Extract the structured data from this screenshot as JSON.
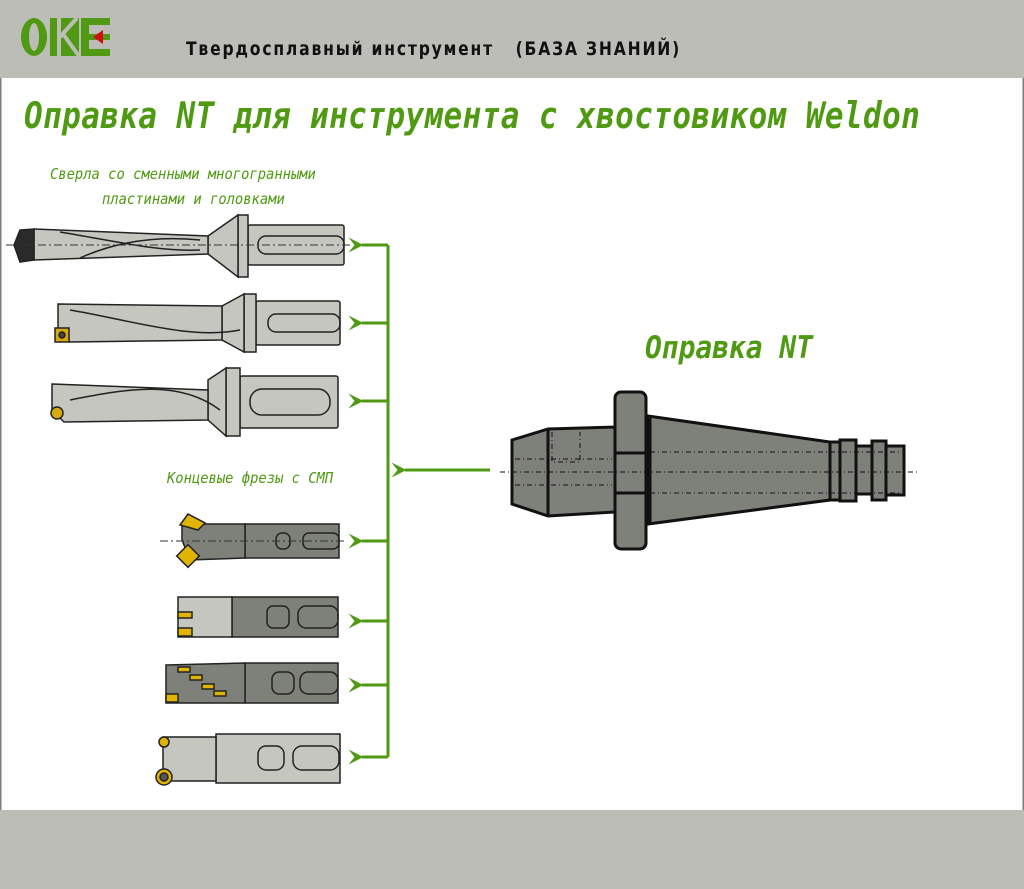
{
  "header": {
    "logo_text": "OKE",
    "title": "Твердосплавный инструмент   (БАЗА ЗНАНИЙ)"
  },
  "main": {
    "title": "Оправка NT для инструмента с хвостовиком Weldon",
    "drills_caption_line1": "Сверла со сменными многогранными",
    "drills_caption_line2": "пластинами и головками",
    "mills_caption": "Концевые фрезы с СМП",
    "holder_label": "Оправка NT"
  },
  "colors": {
    "accent": "#4f9a12",
    "tool_light": "#c5c6bf",
    "tool_dark": "#7e807a",
    "insert": "#e0b400",
    "header_bg": "#bbbdb6"
  }
}
